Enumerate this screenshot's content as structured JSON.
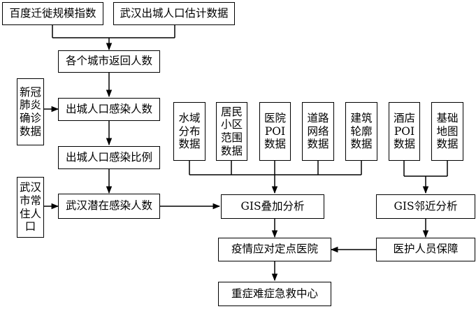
{
  "nodes": {
    "baidu": "百度迁徙规模指数",
    "wuhan_est": "武汉出城人口估计数据",
    "city_return": "各个城市返回人数",
    "covid_data": "新冠\n肺炎\n确诊\n数据",
    "out_infected": "出城人口感染人数",
    "out_ratio": "出城人口感染比例",
    "wuhan_pop": "武汉\n市常\n住人\n口",
    "potential": "武汉潜在感染人数",
    "water": "水域\n分布\n数据",
    "residential": "居民\n小区\n范围\n数据",
    "hospital_poi": "医院\nPOI\n数据",
    "road": "道路\n网络\n数据",
    "building": "建筑\n轮廓\n数据",
    "hotel_poi": "酒店\nPOI\n数据",
    "basemap": "基础\n地图\n数据",
    "gis_overlay": "GIS叠加分析",
    "gis_near": "GIS邻近分析",
    "designated_hosp": "疫情应对定点医院",
    "medical_staff": "医护人员保障",
    "critical_center": "重症难症急救中心"
  }
}
